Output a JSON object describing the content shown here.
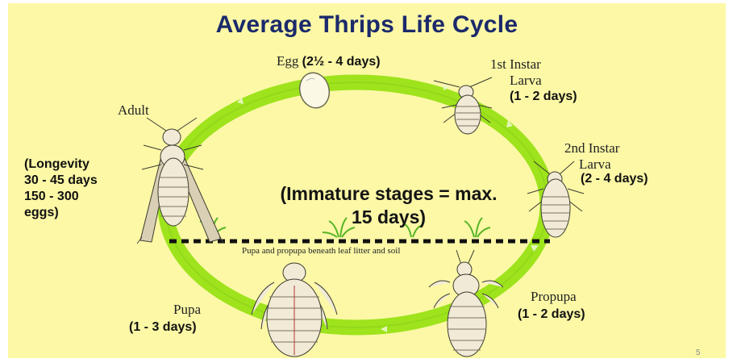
{
  "title": "Average Thrips Life Cycle",
  "center_text": [
    "(Immature stages = max.",
    "15 days)"
  ],
  "soil_note": "Pupa and propupa beneath leaf litter and soil",
  "page_number": "5",
  "stages": {
    "egg": {
      "name": "Egg",
      "duration": "(2½ - 4 days)"
    },
    "larva1": {
      "name_lines": [
        "1st Instar",
        "Larva"
      ],
      "duration": "(1 - 2 days)"
    },
    "larva2": {
      "name_lines": [
        "2nd Instar",
        "Larva"
      ],
      "duration": "(2 - 4 days)"
    },
    "propupa": {
      "name": "Propupa",
      "duration": "(1 - 2 days)"
    },
    "pupa": {
      "name": "Pupa",
      "duration": "(1 - 3 days)"
    },
    "adult": {
      "name": "Adult",
      "info_lines": [
        "(Longevity",
        "30 - 45 days",
        "150 - 300",
        "eggs)"
      ]
    }
  },
  "colors": {
    "ring": "#9ee31c",
    "ring_dark": "#7cc414",
    "background": "#fcf8a6",
    "title": "#1b2a6b",
    "insect": "#f1ead6"
  }
}
